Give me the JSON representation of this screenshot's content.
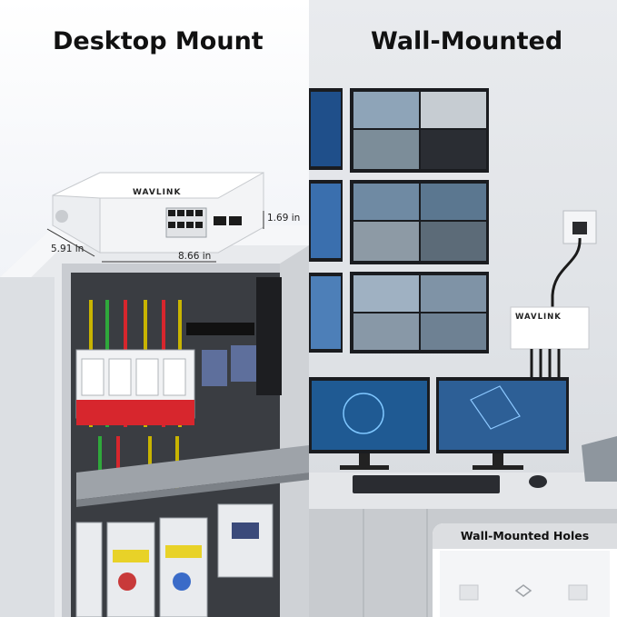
{
  "left_panel": {
    "title": "Desktop Mount",
    "device_brand": "WAVLINK",
    "dimensions": {
      "height": "1.69 in",
      "depth": "5.91 in",
      "width": "8.66 in"
    }
  },
  "right_panel": {
    "title": "Wall-Mounted",
    "device_brand": "WAVLINK",
    "inset": {
      "title": "Wall-Mounted Holes"
    }
  },
  "colors": {
    "heading_text": "#111111",
    "cabinet": "#e3e5e8",
    "breaker_red": "#d7262d",
    "monitor_screen": "#1f4f8a",
    "inset_header": "#dcdee1"
  }
}
